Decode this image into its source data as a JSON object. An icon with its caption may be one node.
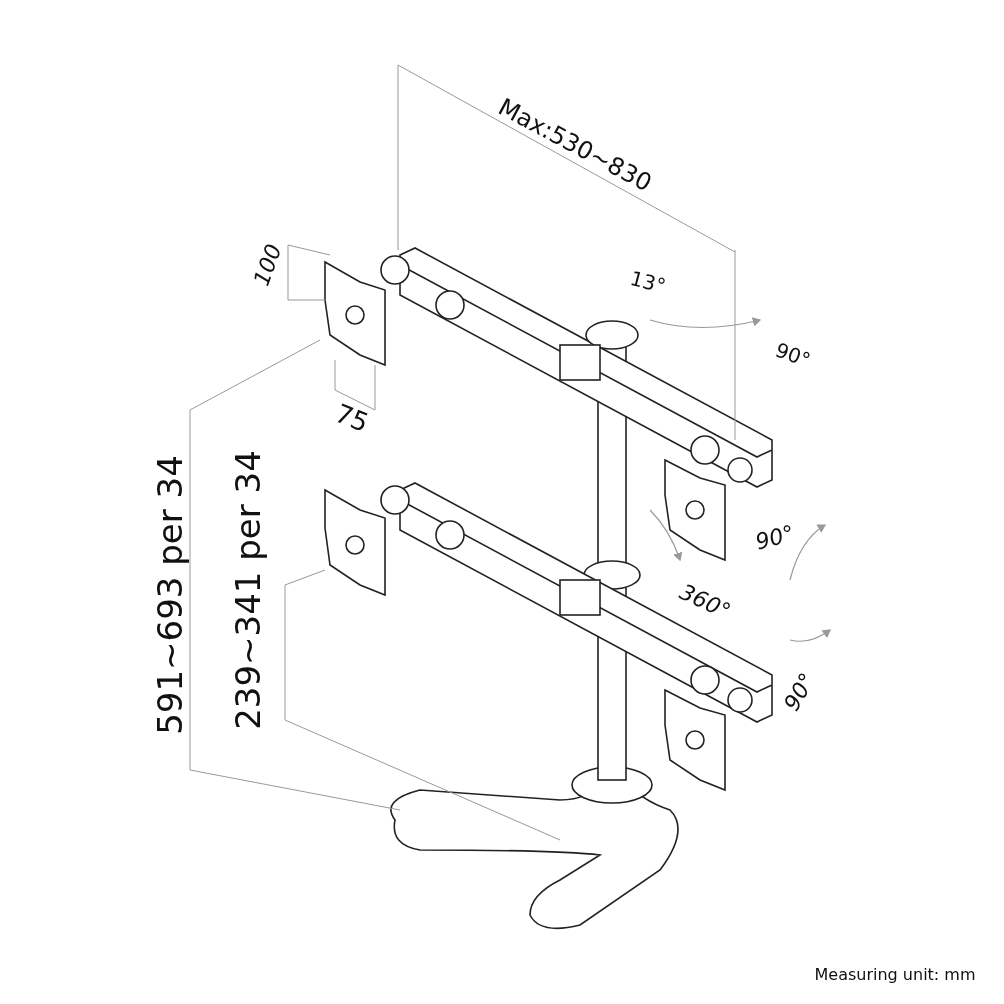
{
  "diagram": {
    "labels": [
      "Max:530~830",
      "100",
      "13°",
      "90°",
      "75",
      "591~693 per 34",
      "239~341 per 34",
      "90°",
      "360°",
      "90°",
      "Measuring unit: mm"
    ]
  }
}
